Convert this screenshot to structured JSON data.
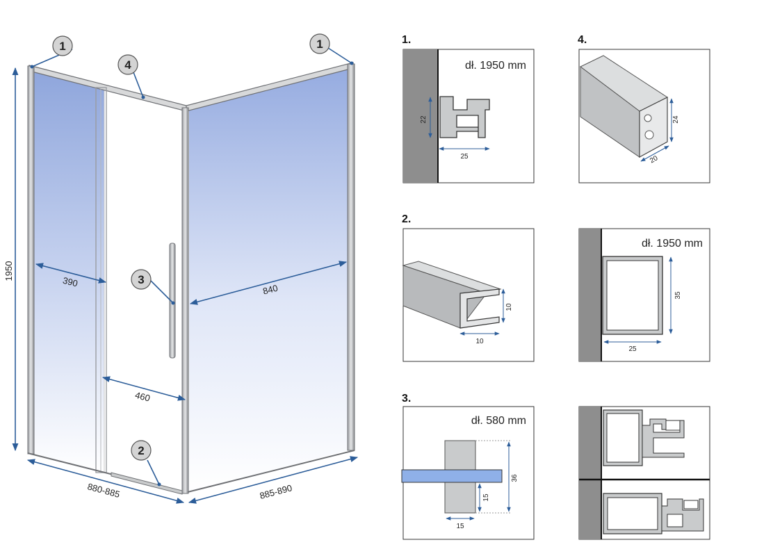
{
  "enclosure": {
    "callouts": [
      "1",
      "4",
      "1",
      "3",
      "2"
    ],
    "dimensions": {
      "height": "1950",
      "fixed_panel": "390",
      "door_opening": "460",
      "side_panel": "840",
      "front_width": "880-885",
      "side_width": "885-890"
    }
  },
  "profiles": {
    "p1": {
      "number": "1.",
      "length": "dł. 1950 mm",
      "dim_a": "22",
      "dim_b": "25"
    },
    "p4": {
      "number": "4.",
      "dim_a": "24",
      "dim_b": "20"
    },
    "p2": {
      "number": "2.",
      "dim_a": "10",
      "dim_b": "10"
    },
    "p5": {
      "length": "dł. 1950 mm",
      "dim_a": "35",
      "dim_b": "25"
    },
    "p3": {
      "number": "3.",
      "length": "dł. 580 mm",
      "dim_a": "36",
      "dim_b": "15",
      "dim_c": "15"
    }
  },
  "colors": {
    "glass_top": "#8fa6dc",
    "glass_bottom": "#ffffff",
    "dimension_line": "#2c5d99",
    "frame": "#8a8c90",
    "wall": "#8e8e8e",
    "profile_fill": "#c9cbcc",
    "glass_strip": "#8fb0e8"
  }
}
